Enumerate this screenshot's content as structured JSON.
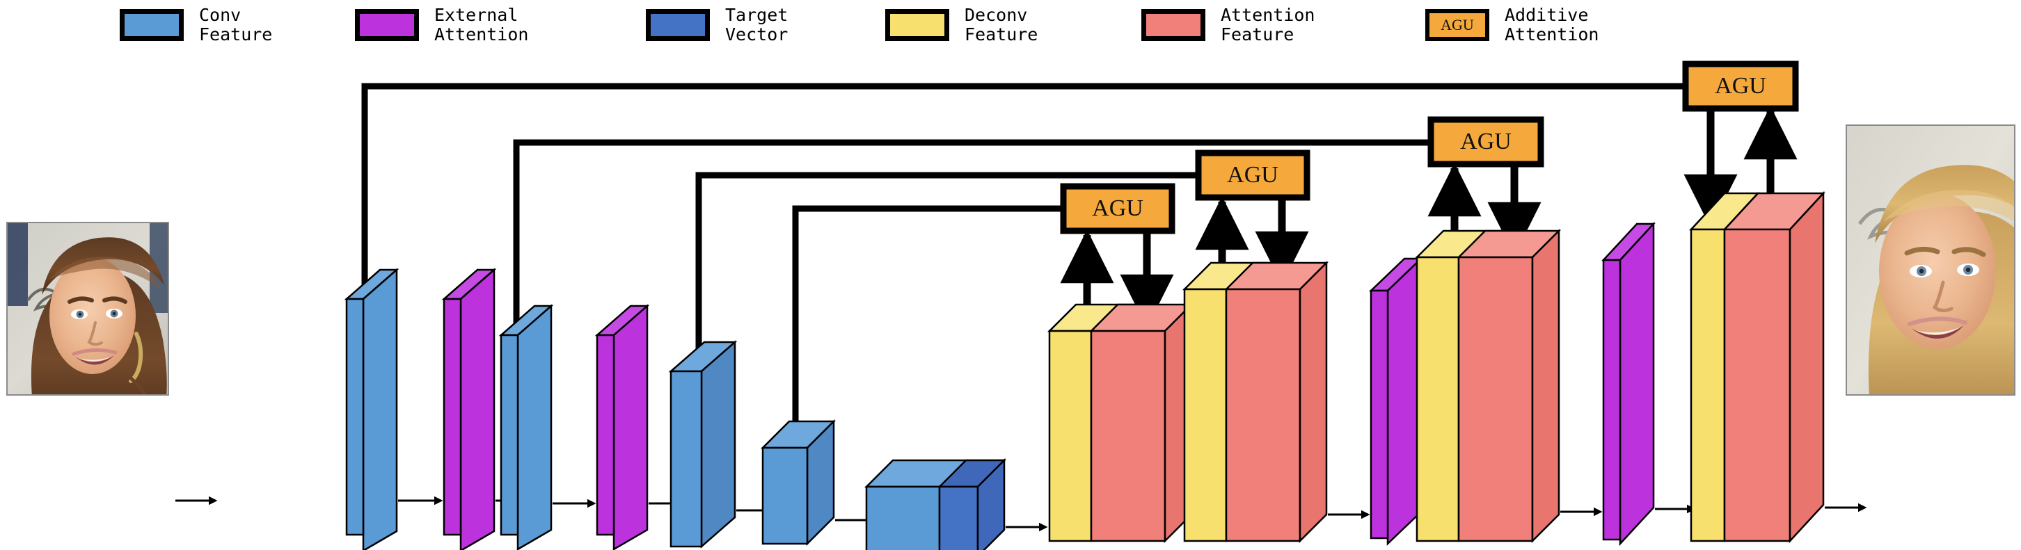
{
  "figure": {
    "type": "neural-network-architecture-diagram",
    "title": "",
    "background": "#ffffff"
  },
  "colors": {
    "conv_feature": "#5B9BD5",
    "external_attention": "#BC33DD",
    "target_vector": "#4472C4",
    "deconv_feature": "#F7E06E",
    "attention_feature": "#F2807A",
    "additive_attention": "#F5A93C",
    "outline": "#000000",
    "top_face_tint": "#6FA8DC"
  },
  "legend": {
    "items": [
      {
        "id": "conv",
        "swatch_color": "#5B9BD5",
        "label_line1": "Conv",
        "label_line2": "Feature",
        "box_text": ""
      },
      {
        "id": "external",
        "swatch_color": "#BC33DD",
        "label_line1": "External",
        "label_line2": "Attention",
        "box_text": ""
      },
      {
        "id": "target",
        "swatch_color": "#4472C4",
        "label_line1": "Target",
        "label_line2": "Vector",
        "box_text": ""
      },
      {
        "id": "deconv",
        "swatch_color": "#F7E06E",
        "label_line1": "Deconv",
        "label_line2": "Feature",
        "box_text": ""
      },
      {
        "id": "attention",
        "swatch_color": "#F2807A",
        "label_line1": "Attention",
        "label_line2": "Feature",
        "box_text": ""
      },
      {
        "id": "agu",
        "swatch_color": "#F5A93C",
        "label_line1": "Additive",
        "label_line2": "Attention",
        "box_text": "AGU"
      }
    ]
  },
  "pipeline": {
    "input_image": {
      "name": "input-face-image",
      "alt": "input face photograph"
    },
    "output_image": {
      "name": "output-face-image",
      "alt": "reconstructed face photograph"
    },
    "blocks": [
      {
        "id": "enc1",
        "kind": "conv_feature",
        "label": ""
      },
      {
        "id": "ea1",
        "kind": "external_attention",
        "label": ""
      },
      {
        "id": "enc2",
        "kind": "conv_feature",
        "label": ""
      },
      {
        "id": "ea2",
        "kind": "external_attention",
        "label": ""
      },
      {
        "id": "enc3",
        "kind": "conv_feature",
        "label": ""
      },
      {
        "id": "enc4",
        "kind": "conv_feature",
        "label": ""
      },
      {
        "id": "bottleneck",
        "kind": "conv_feature+target_vector",
        "label": ""
      },
      {
        "id": "dec1",
        "kind": "deconv_feature+attention_feature",
        "label": ""
      },
      {
        "id": "dec2",
        "kind": "deconv_feature+attention_feature",
        "label": ""
      },
      {
        "id": "ea3",
        "kind": "external_attention",
        "label": ""
      },
      {
        "id": "dec3",
        "kind": "deconv_feature+attention_feature",
        "label": ""
      },
      {
        "id": "ea4",
        "kind": "external_attention",
        "label": ""
      },
      {
        "id": "dec4",
        "kind": "deconv_feature+attention_feature",
        "label": ""
      }
    ],
    "agu_gates": [
      {
        "id": "agu1",
        "text": "AGU",
        "skip_from": "enc4",
        "applies_to": "dec1"
      },
      {
        "id": "agu2",
        "text": "AGU",
        "skip_from": "enc3",
        "applies_to": "dec2"
      },
      {
        "id": "agu3",
        "text": "AGU",
        "skip_from": "enc2",
        "applies_to": "dec3"
      },
      {
        "id": "agu4",
        "text": "AGU",
        "skip_from": "enc1",
        "applies_to": "dec4"
      }
    ],
    "skip_connection_count": 4,
    "flow_direction": "left-to-right"
  }
}
